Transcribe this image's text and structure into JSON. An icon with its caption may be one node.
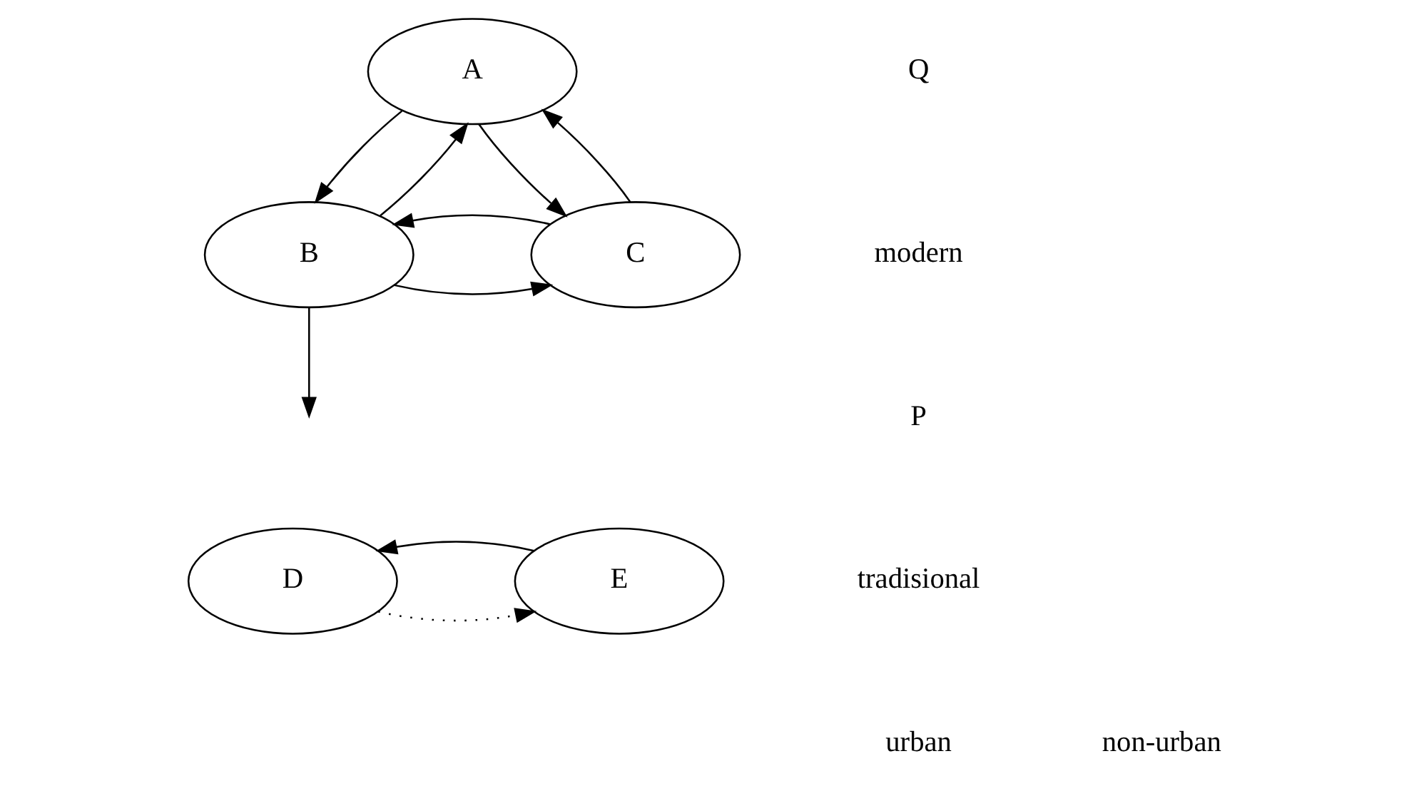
{
  "diagram": {
    "nodes": [
      {
        "text": [
          "A"
        ]
      },
      {
        "text": [
          "B"
        ]
      },
      {
        "text": [
          "C"
        ]
      },
      {
        "text": [
          "D"
        ]
      },
      {
        "text": [
          "E"
        ]
      }
    ],
    "edges": [
      {
        "from": 1,
        "to": 0,
        "arrow": "to"
      },
      {
        "from": 0,
        "to": 1,
        "arrow": "to"
      },
      {
        "from": 0,
        "to": 2,
        "arrow": "to"
      },
      {
        "from": 2,
        "to": 0,
        "arrow": "to"
      },
      {
        "from": 1,
        "to": 2,
        "arrow": "to"
      },
      {
        "from": 2,
        "to": 1,
        "arrow": "to"
      },
      {
        "from": 1,
        "to": null,
        "arrow": "to"
      },
      {
        "from": 3,
        "to": 4,
        "arrow": "to",
        "style": "dashed"
      },
      {
        "from": 4,
        "to": 3,
        "arrow": "to"
      }
    ],
    "labels": [
      "Q",
      "P",
      "modern",
      "tradisional",
      "urban",
      "non-urban"
    ]
  }
}
